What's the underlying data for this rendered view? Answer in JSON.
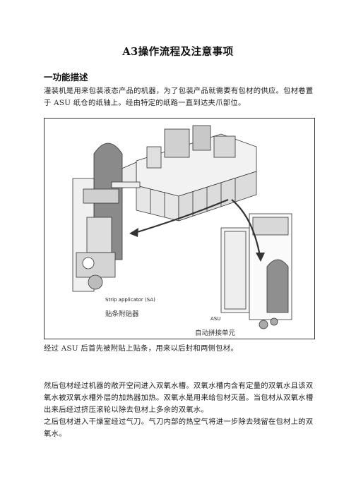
{
  "doc": {
    "title": "A3操作流程及注意事项",
    "section_heading": "一功能描述",
    "para1": "灌装机是用来包装液态产品的机器，为了包装产品就需要有包材的供应。包材卷置于 ASU 纸仓的纸轴上。经由特定的纸路一直到达夹爪部位。",
    "caption_text": "经过 ASU 后首先被附贴上贴条，用来以后封和两侧包材。",
    "para2_line1": "然后包材经过机器的敞开空间进入双氧水槽。双氧水槽内含有定量的双氧水且该双氧水被双氧水槽外层的加热器加热。双氧水是用来给包材灭菌。当包材从双氧水槽出来后经过挤压滚轮以除去包材上多余的双氧水。",
    "para2_line2": "之后包材进入干燥室经过气刀。气刀内部的热空气将进一步除去残留在包材上的双氧水。"
  },
  "figure": {
    "label_sa": "Strip applicator (SA)",
    "label_sa_cn": "贴条附贴器",
    "label_asu": "ASU",
    "label_asu_cn": "自动拼接单元"
  }
}
